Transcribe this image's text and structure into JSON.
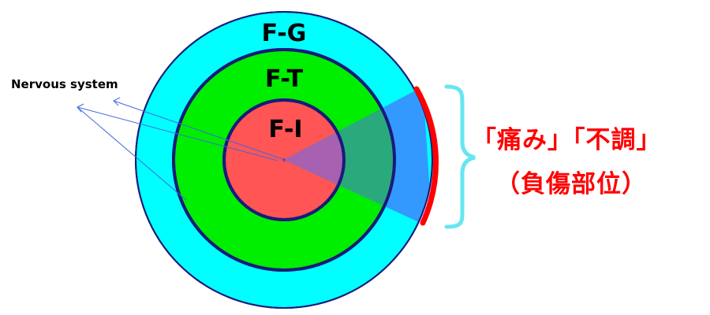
{
  "layers": {
    "outer": {
      "label": "F-G",
      "color": "#00ffff"
    },
    "middle": {
      "label": "F-T",
      "color": "#00ee00"
    },
    "inner": {
      "label": "F-I",
      "color": "#ff5555"
    }
  },
  "outline_color": "#1a1a7a",
  "injury": {
    "symptom_text": "「痛み」「不調」",
    "site_text": "（負傷部位）",
    "text_color": "#ff0000",
    "arc_color": "#ff0000",
    "bracket_color": "#66e6f0"
  },
  "nervous_system_label": "Nervous system"
}
